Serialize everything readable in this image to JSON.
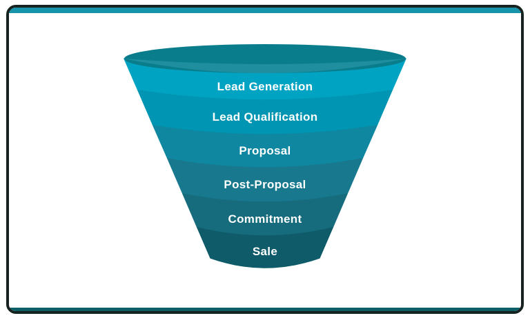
{
  "frame": {
    "border_color": "#162320",
    "top_bar_color": "#1794AB",
    "bottom_bar_color": "#0D5F68",
    "background": "#FFFFFF"
  },
  "diagram": {
    "type": "funnel",
    "opening_top_color": "#0A7D8D",
    "opening_inner_color": "#1F8FA0",
    "label_color": "#FFFFFF",
    "stages": [
      {
        "label": "Lead Generation",
        "color": "#00A4C2"
      },
      {
        "label": "Lead Qualification",
        "color": "#0095B2"
      },
      {
        "label": "Proposal",
        "color": "#0F87A0"
      },
      {
        "label": "Post-Proposal",
        "color": "#18798E"
      },
      {
        "label": "Commitment",
        "color": "#166C7D"
      },
      {
        "label": "Sale",
        "color": "#0F5B69"
      }
    ]
  }
}
